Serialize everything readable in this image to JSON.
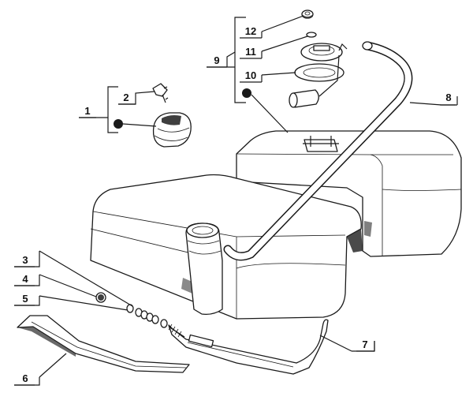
{
  "callouts": {
    "c1": "1",
    "c2": "2",
    "c3": "3",
    "c4": "4",
    "c5": "5",
    "c6": "6",
    "c7": "7",
    "c8": "8",
    "c9": "9",
    "c10": "10",
    "c11": "11",
    "c12": "12"
  },
  "colors": {
    "ink": "#1a1a1a",
    "paper": "#ffffff"
  }
}
